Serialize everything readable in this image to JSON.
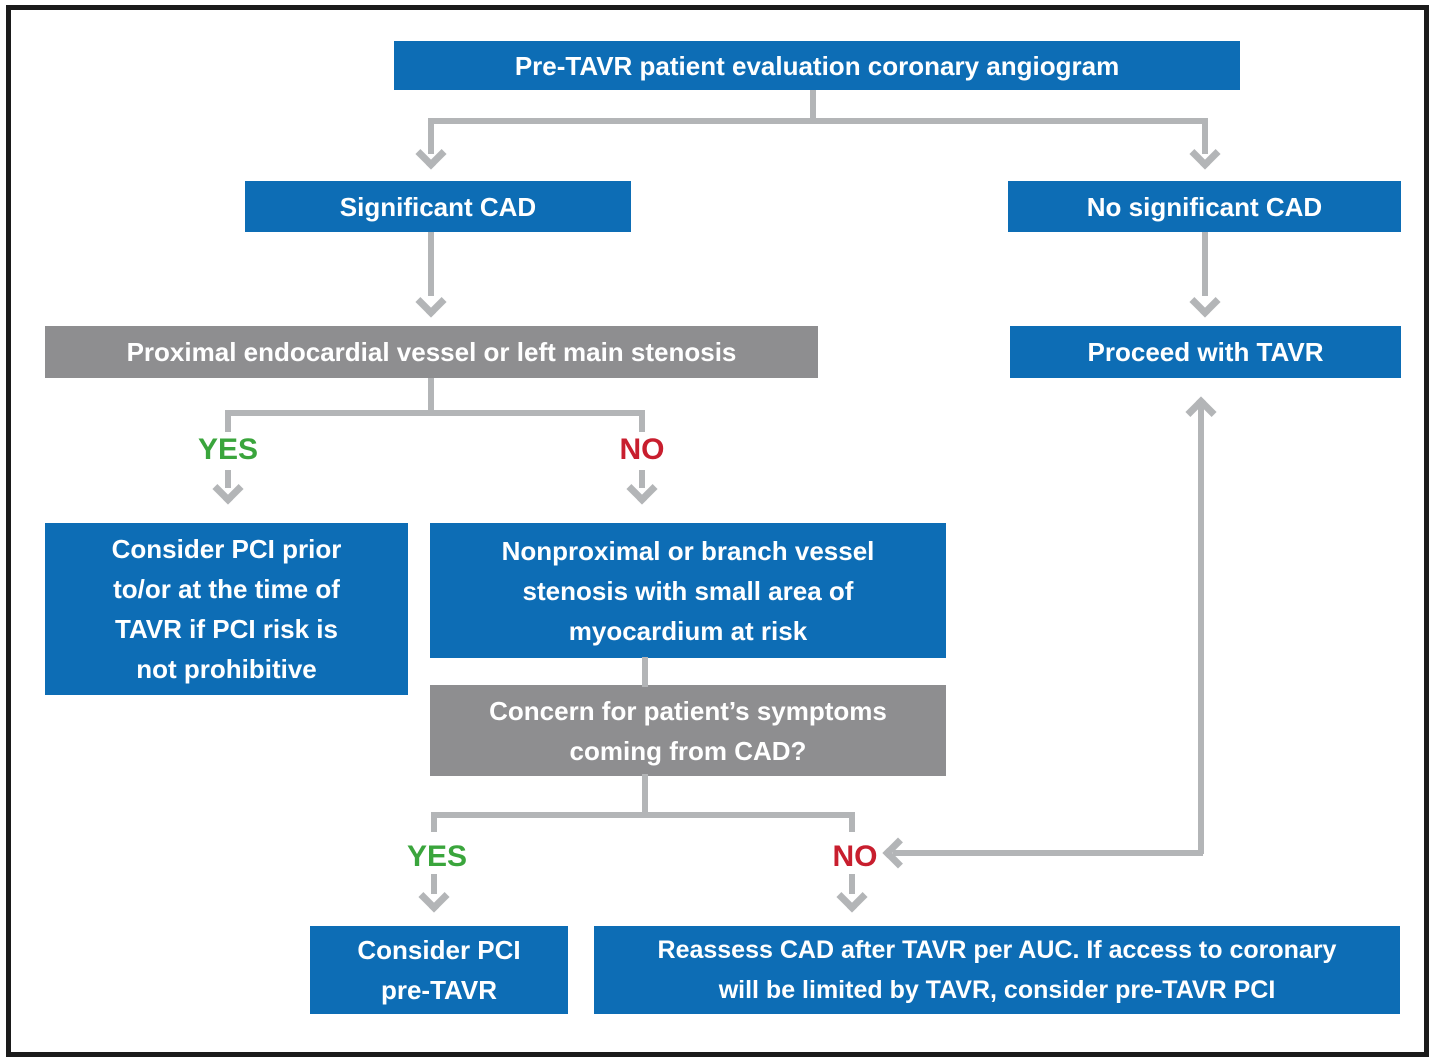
{
  "figure": {
    "type": "flowchart",
    "title": "Pre-TAVR patient evaluation coronary angiogram"
  },
  "colors": {
    "box_blue": "#0d6db5",
    "box_gray": "#8e8e90",
    "connector_gray": "#b3b5b7",
    "yes_green": "#3aa53c",
    "no_red": "#c81e2e",
    "text_white": "#ffffff",
    "frame_black": "#1b1b1b"
  },
  "nodes": {
    "root": {
      "label": "Pre-TAVR patient evaluation coronary angiogram"
    },
    "significant_cad": {
      "label": "Significant CAD"
    },
    "no_significant_cad": {
      "label": "No significant CAD"
    },
    "proximal_stenosis": {
      "label": "Proximal endocardial vessel or left main stenosis"
    },
    "proceed_with_tavr": {
      "label": "Proceed with TAVR"
    },
    "consider_pci_prior": {
      "label": "Consider PCI prior\nto/or at the time of\nTAVR if PCI risk is\nnot prohibitive"
    },
    "nonproximal_stenosis": {
      "label": "Nonproximal or branch vessel\nstenosis with small area of\nmyocardium at risk"
    },
    "concern_symptoms": {
      "label": "Concern for patient’s symptoms\ncoming from CAD?"
    },
    "consider_pci_pre_tavr": {
      "label": "Consider PCI\npre-TAVR"
    },
    "reassess_cad": {
      "label": "Reassess CAD after TAVR per AUC. If access to coronary\nwill be limited by TAVR, consider pre-TAVR PCI"
    }
  },
  "decisions": {
    "yes": "YES",
    "no": "NO"
  }
}
